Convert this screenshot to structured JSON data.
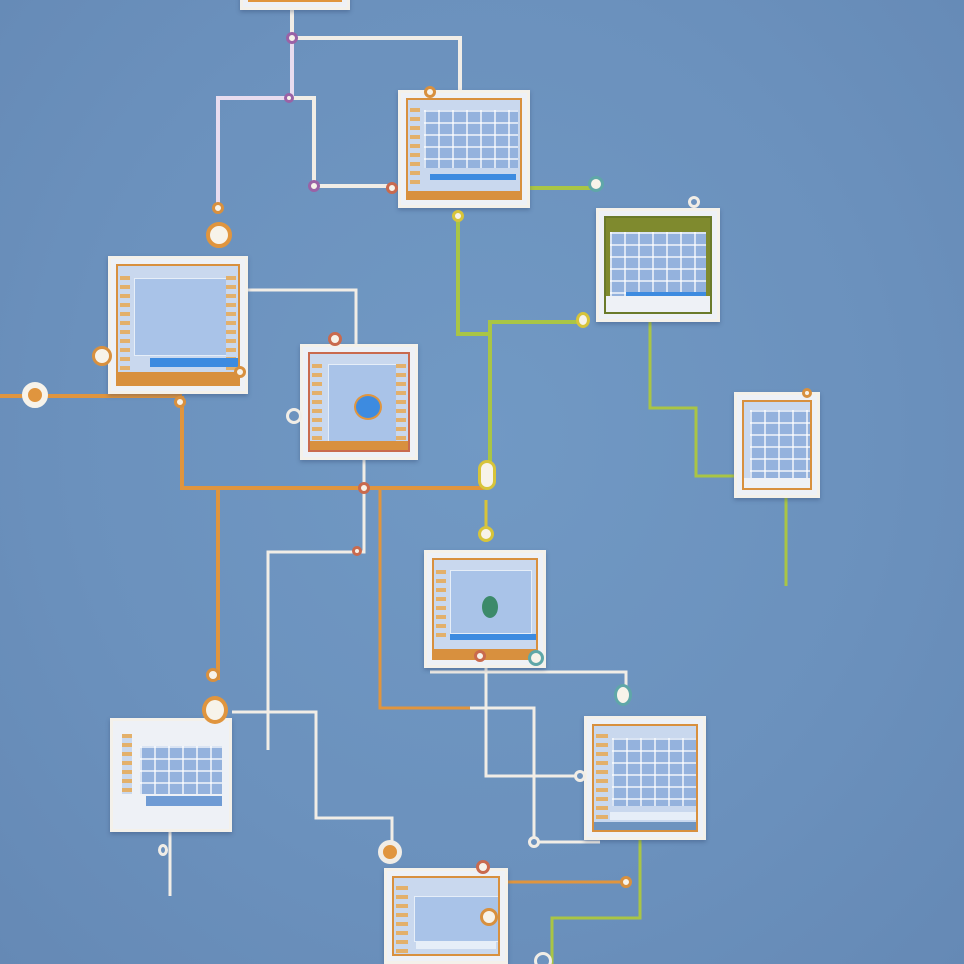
{
  "diagram": {
    "background": "#6d93bf",
    "wire_colors": {
      "white": "#f1ede6",
      "orange": "#e0953e",
      "green": "#a9c545",
      "lilac": "#e3d4ec"
    },
    "port_colors": {
      "orange": "#d8903e",
      "purple": "#9a62a6",
      "teal": "#5fa7a8",
      "yellow": "#d7c43a",
      "red": "#c96a4e"
    },
    "nodes": [
      {
        "id": "n1",
        "accent": "#d8903e"
      },
      {
        "id": "n2",
        "accent": "#d8903e"
      },
      {
        "id": "n3",
        "accent": "#6a7a2a"
      },
      {
        "id": "n4",
        "accent": "#d8903e"
      },
      {
        "id": "n5",
        "accent": "#c96a4e"
      },
      {
        "id": "n6",
        "accent": "#d8903e"
      },
      {
        "id": "n7",
        "accent": "#d8903e"
      },
      {
        "id": "n8",
        "accent": "#d8903e"
      },
      {
        "id": "n9",
        "accent": "#d8903e"
      },
      {
        "id": "n10",
        "accent": "#d8903e"
      }
    ]
  }
}
